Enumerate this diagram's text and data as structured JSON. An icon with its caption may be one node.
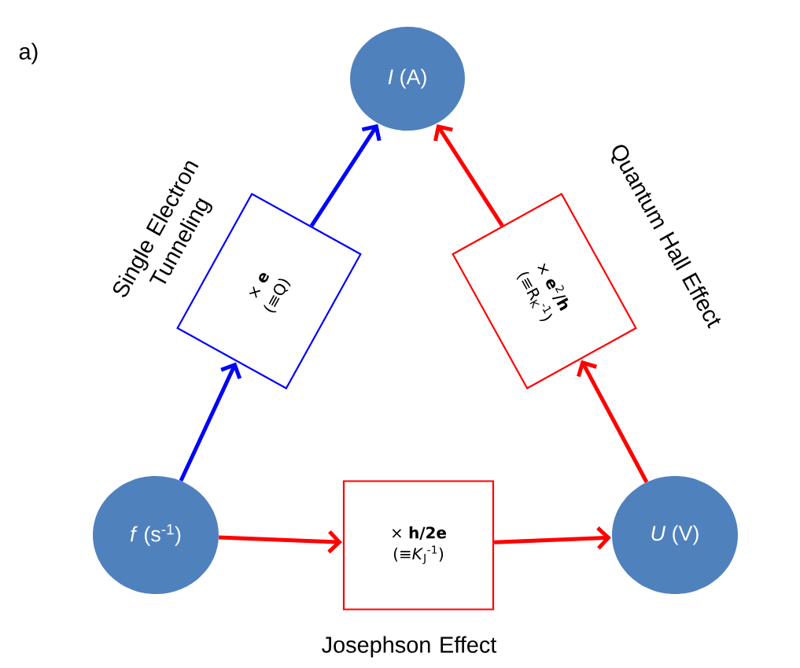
{
  "diagram": {
    "nodes": [
      {
        "text": [
          "*I* (A)"
        ]
      },
      {
        "text": [
          "*f* (s$^{-1}$)"
        ]
      },
      {
        "text": [
          "*U* (V)"
        ]
      },
      {
        "text": [
          "× **e**",
          "(≡Q)"
        ],
        "beside": [
          "Single Electron Tunneling"
        ]
      },
      {
        "text": [
          "× **e**$^{2}$**/h**",
          "(≡R$_{K}$$^{-1}$)"
        ],
        "beside": [
          "Quantum Hall Effect"
        ]
      },
      {
        "text": [
          "× **h/2e**",
          "(≡*K*$_{J}$$^{-1}$)"
        ],
        "beside": [
          "Josephson Effect"
        ]
      }
    ],
    "edges": [
      {
        "from": 1,
        "to": 3,
        "arrow": "to",
        "color": "#0000ff"
      },
      {
        "from": 3,
        "to": 0,
        "arrow": "to",
        "color": "#0000ff"
      },
      {
        "from": 2,
        "to": 4,
        "arrow": "to"
      },
      {
        "from": 4,
        "to": 0,
        "arrow": "to"
      },
      {
        "from": 1,
        "to": 5,
        "arrow": "to"
      },
      {
        "from": 5,
        "to": 2,
        "arrow": "to"
      }
    ],
    "labels": [
      "a)"
    ]
  }
}
